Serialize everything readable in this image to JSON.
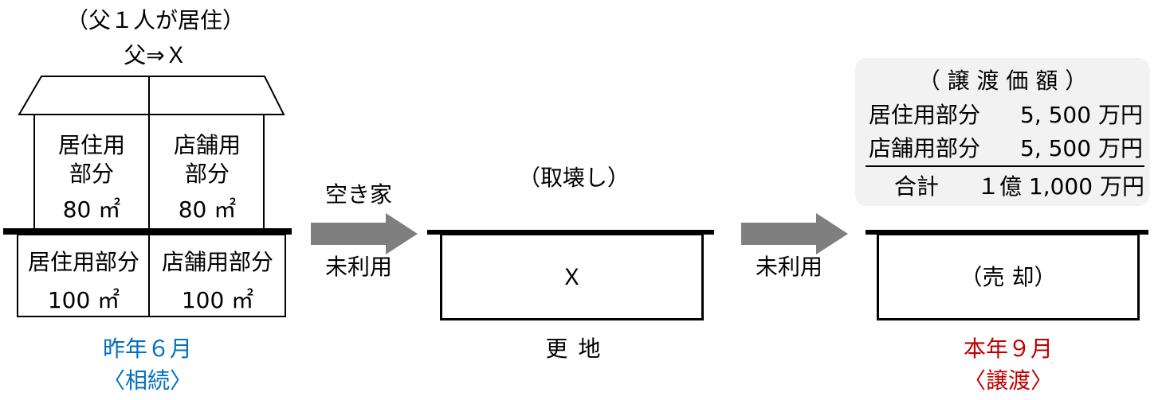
{
  "house": {
    "resident_note": "（父１人が居住）",
    "transfer_note": "父⇒Ｘ",
    "upper_left_label": "居住用\n部分",
    "upper_left_area": "80 ㎡",
    "upper_right_label": "店舗用\n部分",
    "upper_right_area": "80 ㎡",
    "lower_left_label": "居住用部分",
    "lower_left_area": "100 ㎡",
    "lower_right_label": "店舗用部分",
    "lower_right_area": "100 ㎡",
    "date": "昨年６月",
    "event": "〈相続〉"
  },
  "arrow1": {
    "top_label": "空き家",
    "bottom_label": "未利用"
  },
  "middle": {
    "top_note": "（取壊し）",
    "land_label": "Ｘ",
    "bottom_label": "更 地"
  },
  "arrow2": {
    "label": "未利用"
  },
  "right": {
    "land_label": "（売 却）",
    "date": "本年９月",
    "event": "〈譲渡〉"
  },
  "price_card": {
    "title": "（ 譲 渡 価 額 ）",
    "rows": [
      {
        "label": "居住用部分",
        "value": "5, 500 万円"
      },
      {
        "label": "店舗用部分",
        "value": "5, 500 万円"
      }
    ],
    "total_label": "合計",
    "total_value": "１億 1,000 万円"
  },
  "colors": {
    "blue": "#0070c0",
    "red": "#c00000",
    "arrow_gray": "#7f7f7f",
    "card_bg": "#f2f2f2"
  }
}
